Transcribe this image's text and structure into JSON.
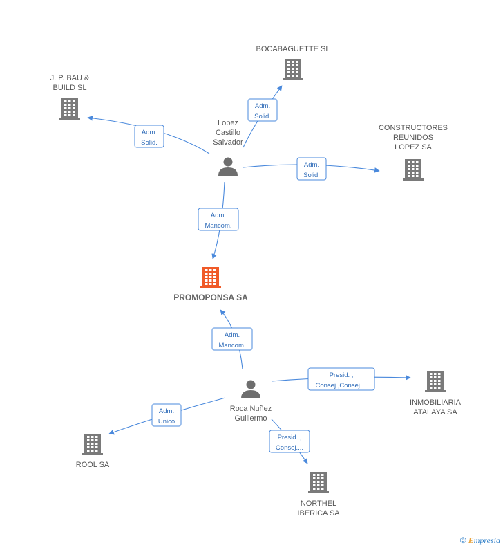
{
  "nodes": [
    {
      "id": "promoponsa",
      "type": "company",
      "main": true,
      "label_lines": [
        "PROMOPONSA SA"
      ]
    },
    {
      "id": "bocabaguette",
      "type": "company",
      "label_lines": [
        "BOCABAGUETTE SL"
      ]
    },
    {
      "id": "jpbau",
      "type": "company",
      "label_lines": [
        "J. P. BAU &",
        "BUILD SL"
      ]
    },
    {
      "id": "constructores",
      "type": "company",
      "label_lines": [
        "CONSTRUCTORES",
        "REUNIDOS",
        "LOPEZ SA"
      ]
    },
    {
      "id": "lopez",
      "type": "person",
      "label_lines": [
        "Lopez",
        "Castillo",
        "Salvador"
      ]
    },
    {
      "id": "roca",
      "type": "person",
      "label_lines": [
        "Roca Nuñez",
        "Guillermo"
      ]
    },
    {
      "id": "inmobiliaria",
      "type": "company",
      "label_lines": [
        "INMOBILIARIA",
        "ATALAYA SA"
      ]
    },
    {
      "id": "rool",
      "type": "company",
      "label_lines": [
        "ROOL SA"
      ]
    },
    {
      "id": "northel",
      "type": "company",
      "label_lines": [
        "NORTHEL",
        "IBERICA SA"
      ]
    }
  ],
  "edges": [
    {
      "from": "lopez",
      "to": "bocabaguette",
      "label_lines": [
        "Adm.",
        "Solid."
      ]
    },
    {
      "from": "lopez",
      "to": "jpbau",
      "label_lines": [
        "Adm.",
        "Solid."
      ]
    },
    {
      "from": "lopez",
      "to": "constructores",
      "label_lines": [
        "Adm.",
        "Solid."
      ]
    },
    {
      "from": "lopez",
      "to": "promoponsa",
      "label_lines": [
        "Adm.",
        "Mancom."
      ]
    },
    {
      "from": "roca",
      "to": "promoponsa",
      "label_lines": [
        "Adm.",
        "Mancom."
      ]
    },
    {
      "from": "roca",
      "to": "inmobiliaria",
      "label_lines": [
        "Presid. ,",
        "Consej.,Consej...."
      ]
    },
    {
      "from": "roca",
      "to": "rool",
      "label_lines": [
        "Adm.",
        "Unico"
      ]
    },
    {
      "from": "roca",
      "to": "northel",
      "label_lines": [
        "Presid. ,",
        "Consej...."
      ]
    }
  ],
  "colors": {
    "main_company": "#f05a28",
    "company": "#7a7a7a",
    "person": "#6e6e6e",
    "edge": "#4a89dc"
  },
  "watermark": {
    "symbol": "©",
    "brand_initial": "E",
    "brand_rest": "mpresia"
  }
}
